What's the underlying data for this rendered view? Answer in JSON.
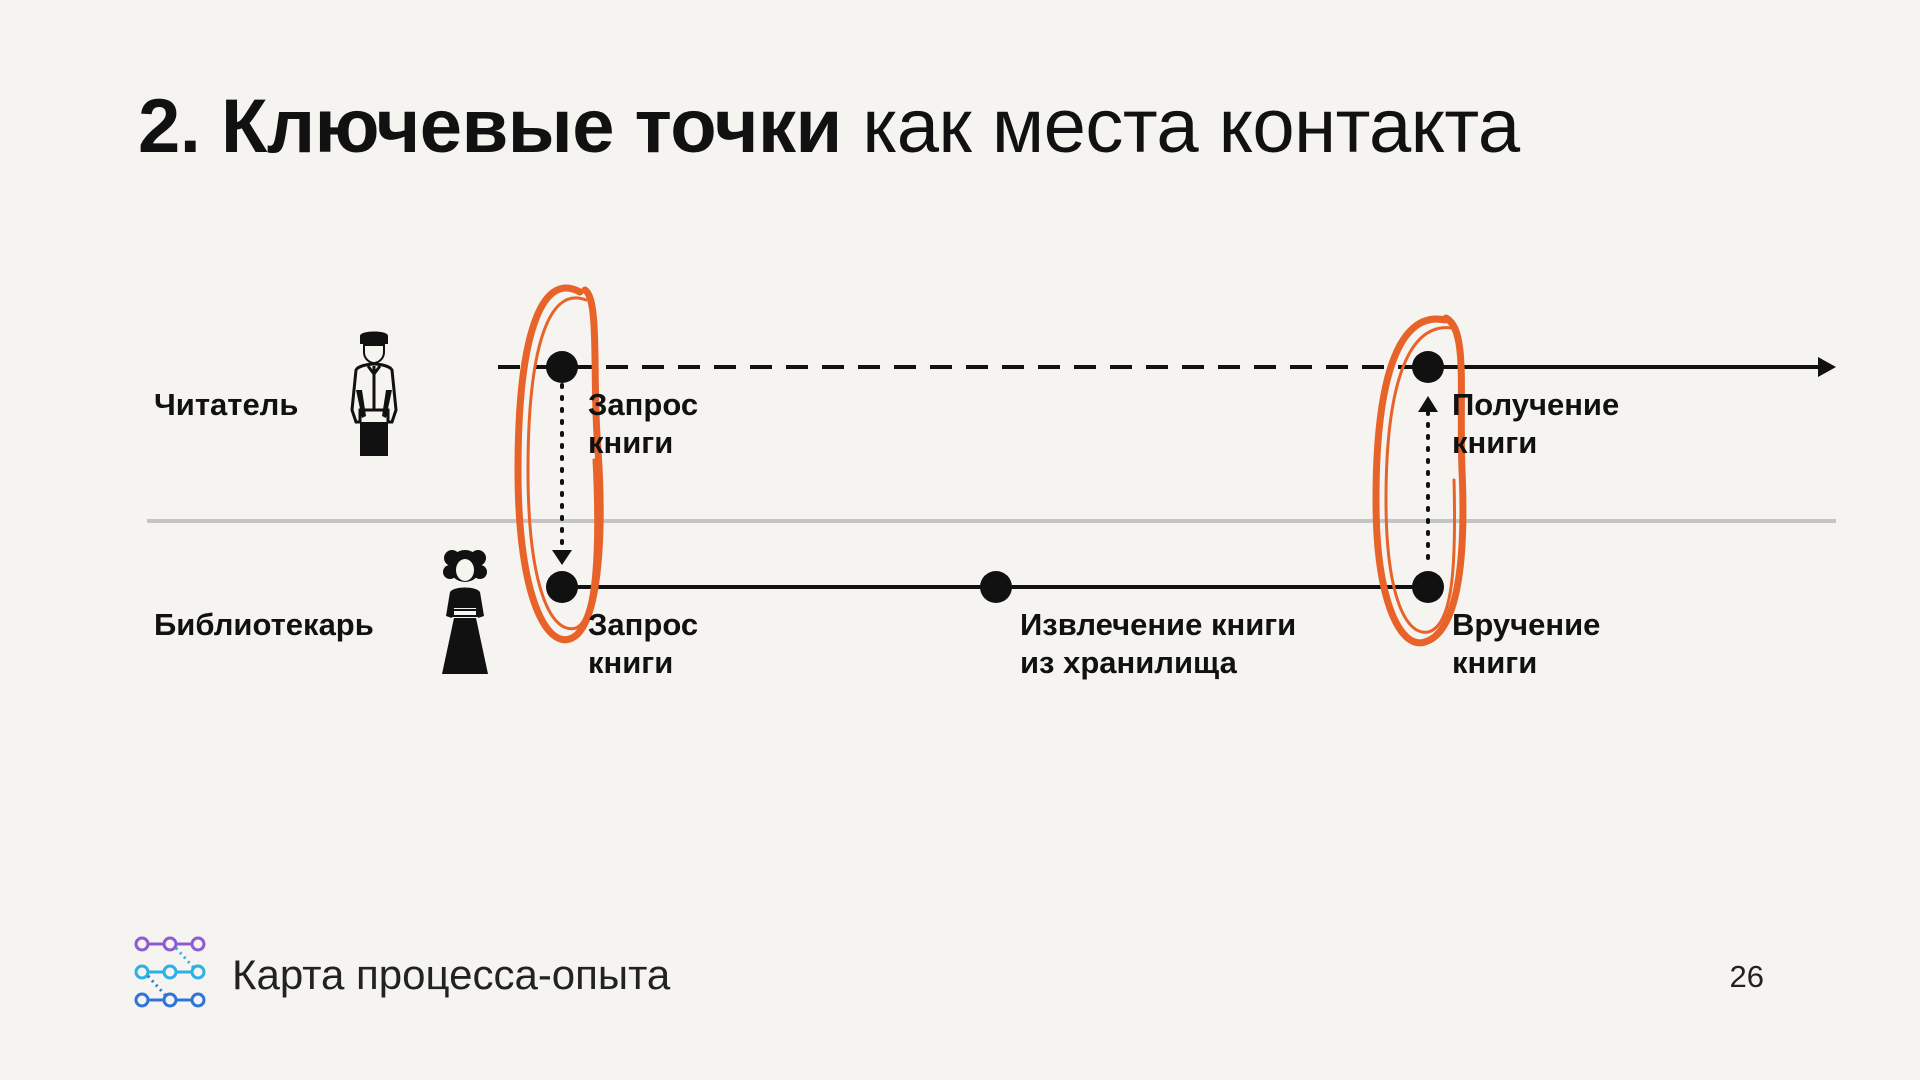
{
  "title": {
    "bold": "2. Ключевые точки",
    "light": "как места контакта"
  },
  "lanes": {
    "reader": "Читатель",
    "librarian": "Библиотекарь"
  },
  "points": {
    "reader_request": [
      "Запрос",
      "книги"
    ],
    "reader_receive": [
      "Получение",
      "книги"
    ],
    "librarian_request": [
      "Запрос",
      "книги"
    ],
    "librarian_retrieve": [
      "Извлечение книги",
      "из хранилища"
    ],
    "librarian_handover": [
      "Вручение",
      "книги"
    ]
  },
  "footer": {
    "title": "Карта процесса-опыта",
    "page": "26"
  },
  "colors": {
    "background": "#f5f4f0",
    "accent": "#e8632a",
    "line": "#111111",
    "divider": "#c4c4c4",
    "logo_purple": "#8e5bd0",
    "logo_cyan": "#2bb0e8",
    "logo_blue": "#2f74d8"
  },
  "icons": {
    "reader": "man-figure-icon",
    "librarian": "woman-figure-icon",
    "logo": "process-map-logo-icon"
  }
}
